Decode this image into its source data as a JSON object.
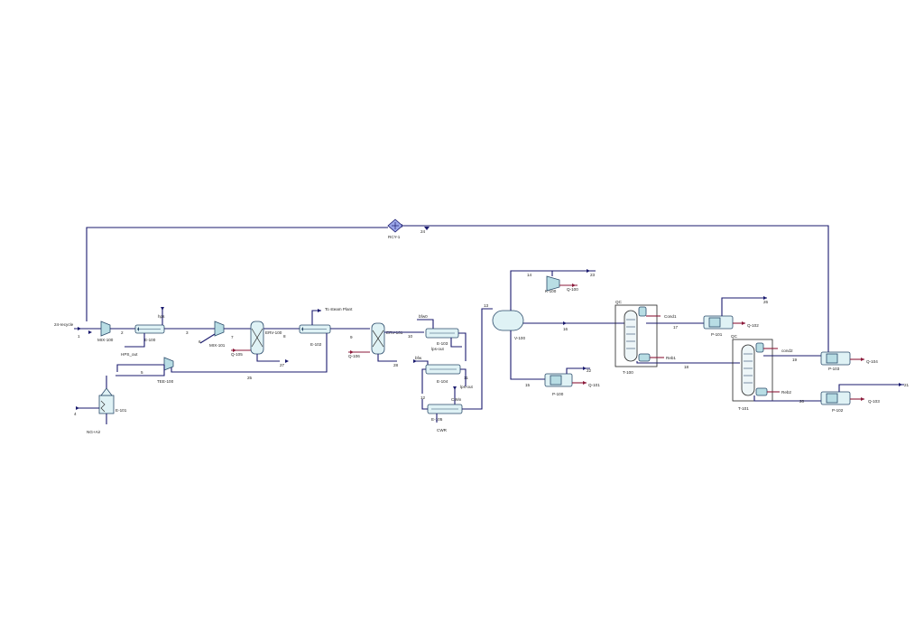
{
  "labels": {
    "s24_rcy": "24",
    "rcy": "RCY-1",
    "s24_recyc": "24-recycle",
    "s1": "1",
    "mix100": "MIX-100",
    "s2": "2",
    "e100": "E-100",
    "hps_out": "HPS_out",
    "hps_in": "hps",
    "s3": "3",
    "s6": "6",
    "mix101": "MIX-101",
    "s7": "7",
    "q105": "Q-105",
    "erv100": "ERV-100",
    "s8": "8",
    "s27": "27",
    "to_steam": "To steam Plant",
    "e102": "E-102",
    "s9": "9",
    "q106": "Q-106",
    "erv101": "ERV-101",
    "s10": "10",
    "s28": "28",
    "bfw0": "bfw0",
    "e103": "E-103",
    "lps_out": "lps-out",
    "bfw": "bfw",
    "e104": "E-104",
    "s11": "11",
    "lps_out2": "lps-out",
    "s12": "12",
    "cwin": "CWin",
    "e105": "E-105",
    "cwr": "CWR",
    "s13": "13",
    "tee100": "TEE-100",
    "s5": "5",
    "s25": "25",
    "s4": "4",
    "e101": "E-101",
    "ng_air": "NG+Air",
    "s14": "14",
    "k100": "K-100",
    "q100": "Q-100",
    "s23": "23",
    "v100": "V-100",
    "s15": "15",
    "s16": "16",
    "p100": "P-100",
    "s22": "22",
    "q101": "Q-101",
    "qc1": "QC",
    "cond1": "Cond1",
    "s17": "17",
    "p101": "P-101",
    "q102": "Q-102",
    "s26": "26",
    "reb1": "Reb1",
    "t100": "T-100",
    "s18": "18",
    "qc2": "QC",
    "cond2": "cond2",
    "s19": "19",
    "p103": "P-103",
    "q104": "Q-104",
    "reb2": "Reb2",
    "s20": "20",
    "t101": "T-101",
    "p102": "P-102",
    "q103": "Q-103",
    "s21": "21"
  },
  "colors": {
    "material_stream": "#1a1a6e",
    "energy_stream": "#8b1a3a",
    "equipment_fill": "#dff2f5"
  }
}
